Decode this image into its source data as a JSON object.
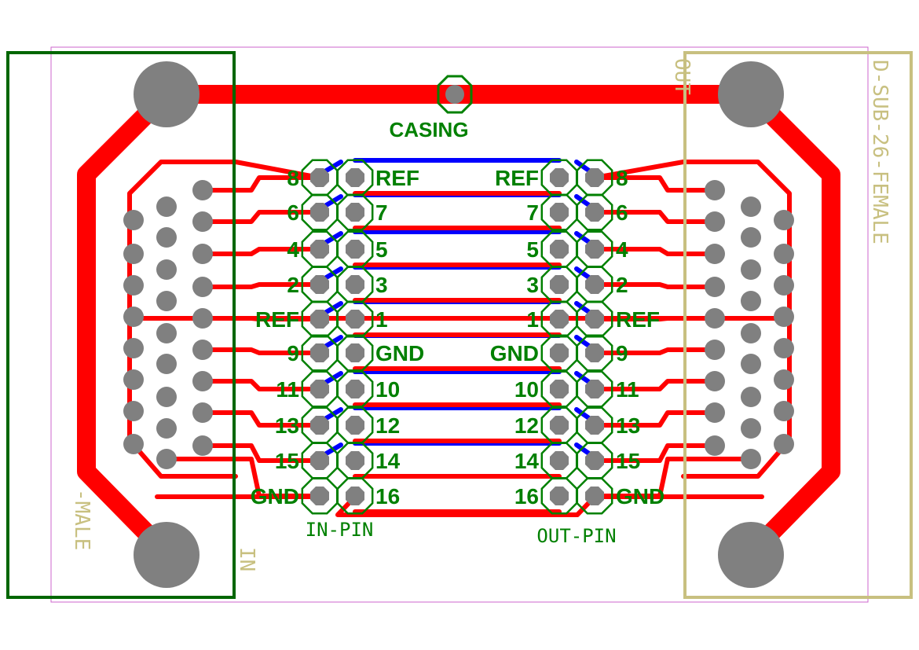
{
  "colors": {
    "background": "#ffffff",
    "outline": "#cc66cc",
    "trace_top": "#ff0000",
    "trace_bottom": "#0000ff",
    "pad": "#808080",
    "label": "#008000",
    "in_connector": "#006600",
    "out_connector": "#c8c080"
  },
  "labels": {
    "casing": "CASING",
    "in_pin": "IN-PIN",
    "out_pin": "OUT-PIN",
    "in_name_fragment": "IN",
    "in_part_fragment": "-MALE",
    "out_name_fragment": "OUT",
    "out_part": "D-SUB-26-FEMALE"
  },
  "in_header": {
    "left_labels": [
      "8",
      "6",
      "4",
      "2",
      "REF",
      "9",
      "11",
      "13",
      "15",
      "GND"
    ],
    "right_labels": [
      "REF",
      "7",
      "5",
      "3",
      "1",
      "GND",
      "10",
      "12",
      "14",
      "16"
    ]
  },
  "out_header": {
    "left_labels": [
      "REF",
      "7",
      "5",
      "3",
      "1",
      "GND",
      "10",
      "12",
      "14",
      "16"
    ],
    "right_labels": [
      "8",
      "6",
      "4",
      "2",
      "REF",
      "9",
      "11",
      "13",
      "15",
      "GND"
    ]
  }
}
